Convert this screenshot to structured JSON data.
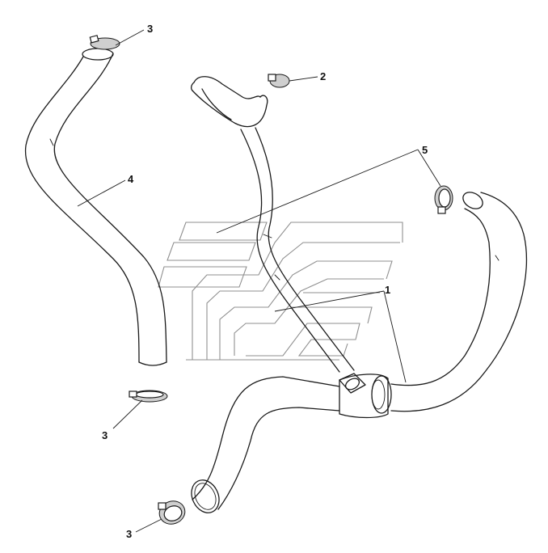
{
  "diagram": {
    "callouts": {
      "part1": "1",
      "part2": "2",
      "part3_top": "3",
      "part3_middle": "3",
      "part3_bottom": "3",
      "part4": "4",
      "part5": "5"
    }
  },
  "colors": {
    "line": "#1a1a1a",
    "watermark": "#8f8f8f",
    "background": "#ffffff"
  }
}
